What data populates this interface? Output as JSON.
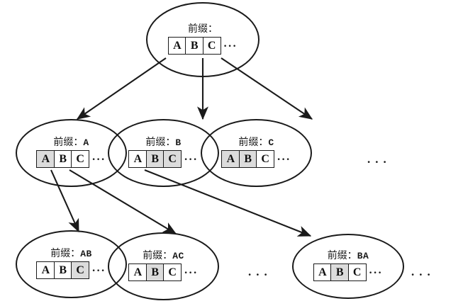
{
  "diagram": {
    "title": "prefix-enumeration-tree",
    "prefix_label": "前缀：",
    "ellipsis": "...",
    "colors": {
      "stroke": "#1a1a1a",
      "shaded_cell": "#dcdcdc",
      "plain_cell": "#ffffff",
      "background": "#ffffff"
    },
    "nodes": [
      {
        "id": "root",
        "prefix_label": "前缀：",
        "prefix_value": "",
        "cells": [
          {
            "letter": "A",
            "shaded": false
          },
          {
            "letter": "B",
            "shaded": false
          },
          {
            "letter": "C",
            "shaded": false
          }
        ],
        "trailing": "..."
      },
      {
        "id": "A",
        "prefix_label": "前缀：",
        "prefix_value": "A",
        "cells": [
          {
            "letter": "A",
            "shaded": true
          },
          {
            "letter": "B",
            "shaded": false
          },
          {
            "letter": "C",
            "shaded": false
          }
        ],
        "trailing": "..."
      },
      {
        "id": "B",
        "prefix_label": "前缀：",
        "prefix_value": "B",
        "cells": [
          {
            "letter": "A",
            "shaded": false
          },
          {
            "letter": "B",
            "shaded": true
          },
          {
            "letter": "C",
            "shaded": true
          }
        ],
        "trailing": "..."
      },
      {
        "id": "C",
        "prefix_label": "前缀：",
        "prefix_value": "C",
        "cells": [
          {
            "letter": "A",
            "shaded": true
          },
          {
            "letter": "B",
            "shaded": true
          },
          {
            "letter": "C",
            "shaded": false
          }
        ],
        "trailing": "..."
      },
      {
        "id": "AB",
        "prefix_label": "前缀：",
        "prefix_value": "AB",
        "cells": [
          {
            "letter": "A",
            "shaded": false
          },
          {
            "letter": "B",
            "shaded": false
          },
          {
            "letter": "C",
            "shaded": true
          }
        ],
        "trailing": "..."
      },
      {
        "id": "AC",
        "prefix_label": "前缀：",
        "prefix_value": "AC",
        "cells": [
          {
            "letter": "A",
            "shaded": false
          },
          {
            "letter": "B",
            "shaded": true
          },
          {
            "letter": "C",
            "shaded": false
          }
        ],
        "trailing": "..."
      },
      {
        "id": "BA",
        "prefix_label": "前缀：",
        "prefix_value": "BA",
        "cells": [
          {
            "letter": "A",
            "shaded": false
          },
          {
            "letter": "B",
            "shaded": true
          },
          {
            "letter": "C",
            "shaded": false
          }
        ],
        "trailing": "..."
      }
    ],
    "edges": [
      {
        "from": "root",
        "from_cell": "A",
        "to": "A"
      },
      {
        "from": "root",
        "from_cell": "B",
        "to": "B"
      },
      {
        "from": "root",
        "from_cell": "C",
        "to": "C"
      },
      {
        "from": "A",
        "from_cell": "B",
        "to": "AB"
      },
      {
        "from": "A",
        "from_cell": "C",
        "to": "AC"
      },
      {
        "from": "B",
        "from_cell": "A",
        "to": "BA"
      }
    ],
    "row_ellipses": [
      {
        "id": "row2-end",
        "text": "..."
      },
      {
        "id": "row3-mid",
        "text": "..."
      },
      {
        "id": "row3-end",
        "text": "..."
      }
    ]
  }
}
